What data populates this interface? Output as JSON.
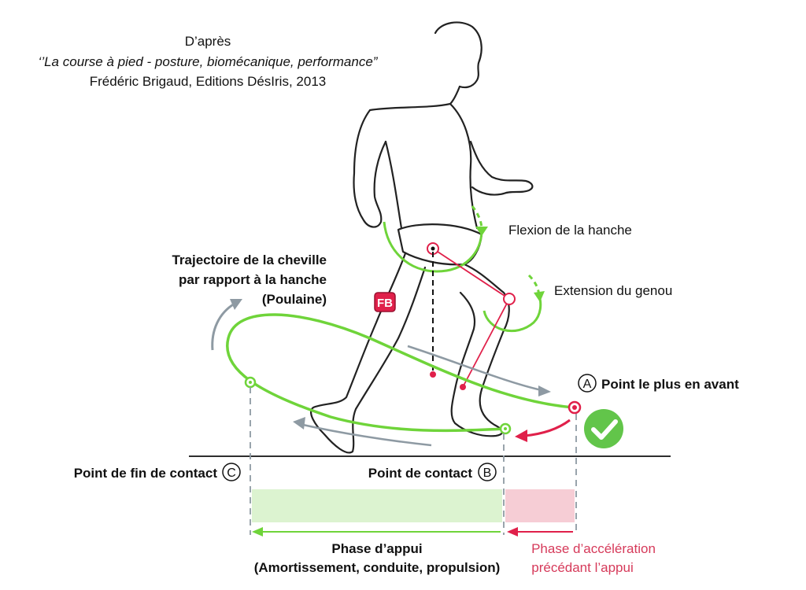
{
  "source": {
    "line1": "D’après",
    "line2": "‘’La course à pied - posture, biomécanique, performance”",
    "line3": "Frédéric Brigaud, Editions DésIris, 2013"
  },
  "labels": {
    "hip_flexion": "Flexion de la hanche",
    "knee_extension": "Extension du genou",
    "trajectory_line1": "Trajectoire de la cheville",
    "trajectory_line2": "par rapport à la hanche",
    "trajectory_line3": "(Poulaine)",
    "force_badge": "FB",
    "point_a_letter": "A",
    "point_a_label": "Point le plus en avant",
    "point_b_letter": "B",
    "point_b_label": "Point de contact",
    "point_c_letter": "C",
    "point_c_label": "Point de fin de contact",
    "support_phase_line1": "Phase d’appui",
    "support_phase_line2": "(Amortissement, conduite, propulsion)",
    "accel_phase_line1": "Phase d’accélération",
    "accel_phase_line2": "précédant l’appui"
  },
  "colors": {
    "green": "#6fd43a",
    "green_band": "#dcf3d0",
    "red": "#e0204a",
    "red_band": "#f6cdd5",
    "gray": "#8e9aa3",
    "check_green": "#62c54a"
  }
}
